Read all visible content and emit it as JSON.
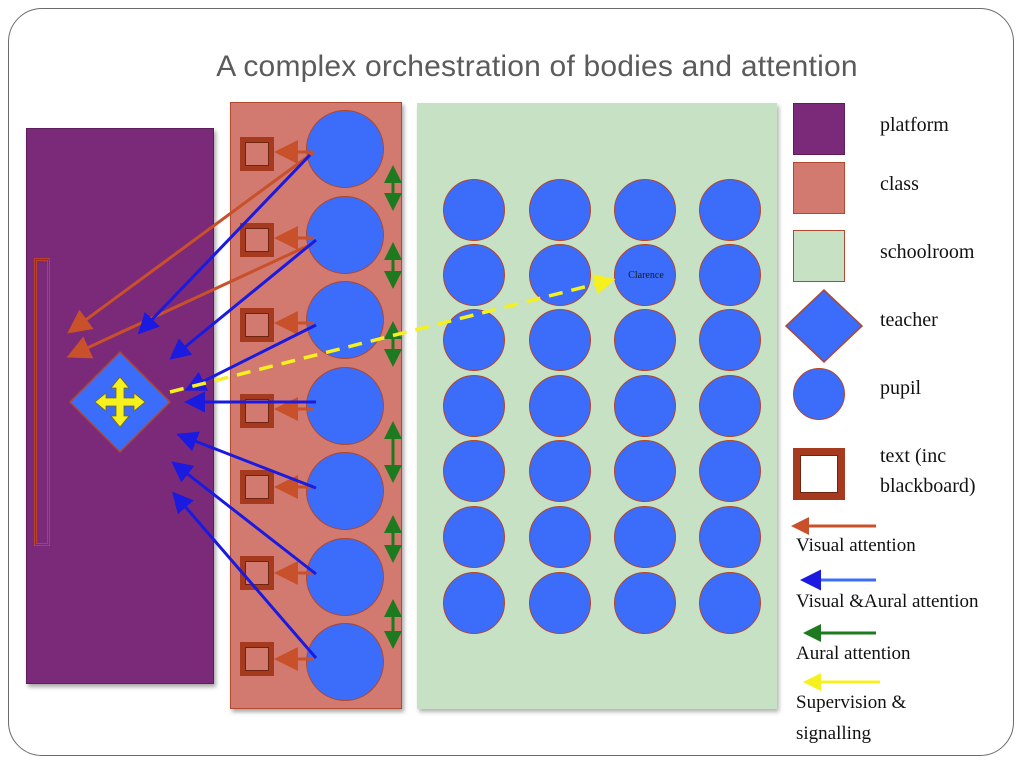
{
  "title": "A complex orchestration of bodies and attention",
  "pupil_name": "Clarence",
  "legend": {
    "platform": "platform",
    "class": "class",
    "schoolroom": "schoolroom",
    "teacher": "teacher",
    "pupil": "pupil",
    "text_line1": "text (inc",
    "text_line2": "blackboard)",
    "visual": "Visual attention",
    "visual_aural": "Visual &Aural attention",
    "aural": "Aural attention",
    "supervision_line1": "Supervision &",
    "supervision_line2": "signalling"
  },
  "colors": {
    "platform": "#7a2a78",
    "class": "#d27a6f",
    "schoolroom": "#c6e1c3",
    "pupil": "#3b6dfa",
    "teacher": "#3b6dfa",
    "text_box": "#a63a1f",
    "visual_attention": "#c8502a",
    "visual_aural_attention": "#1a1ae0",
    "aural_attention": "#1e7a1e",
    "supervision": "#f5f01e"
  }
}
